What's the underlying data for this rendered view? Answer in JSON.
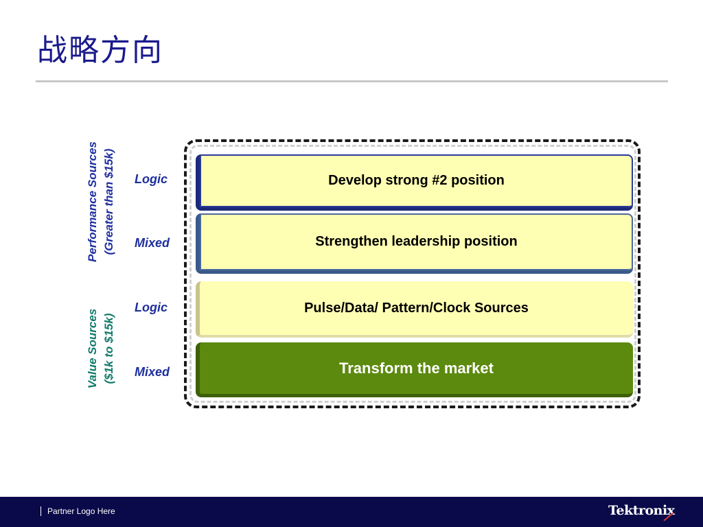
{
  "slide": {
    "title": "战略方向"
  },
  "groups": {
    "performance": {
      "line1": "Performance Sources",
      "line2": "(Greater than $15k)"
    },
    "value": {
      "line1": "Value Sources",
      "line2": "($1k to $15k)"
    }
  },
  "rows": [
    {
      "side": "Logic",
      "text": "Develop strong #2 position"
    },
    {
      "side": "Mixed",
      "text": "Strengthen leadership position"
    },
    {
      "side": "Logic",
      "text": "Pulse/Data/ Pattern/Clock Sources"
    },
    {
      "side": "Mixed",
      "text": "Transform the market"
    }
  ],
  "footer": {
    "partner": "Partner Logo Here",
    "brand": "Tektronix"
  },
  "colors": {
    "title": "#1a1a8c",
    "performance": "#1f2f9e",
    "value": "#127a6c",
    "yellow": "#ffffb4",
    "green": "#5c8a0e",
    "footer": "#0a0a4a"
  }
}
